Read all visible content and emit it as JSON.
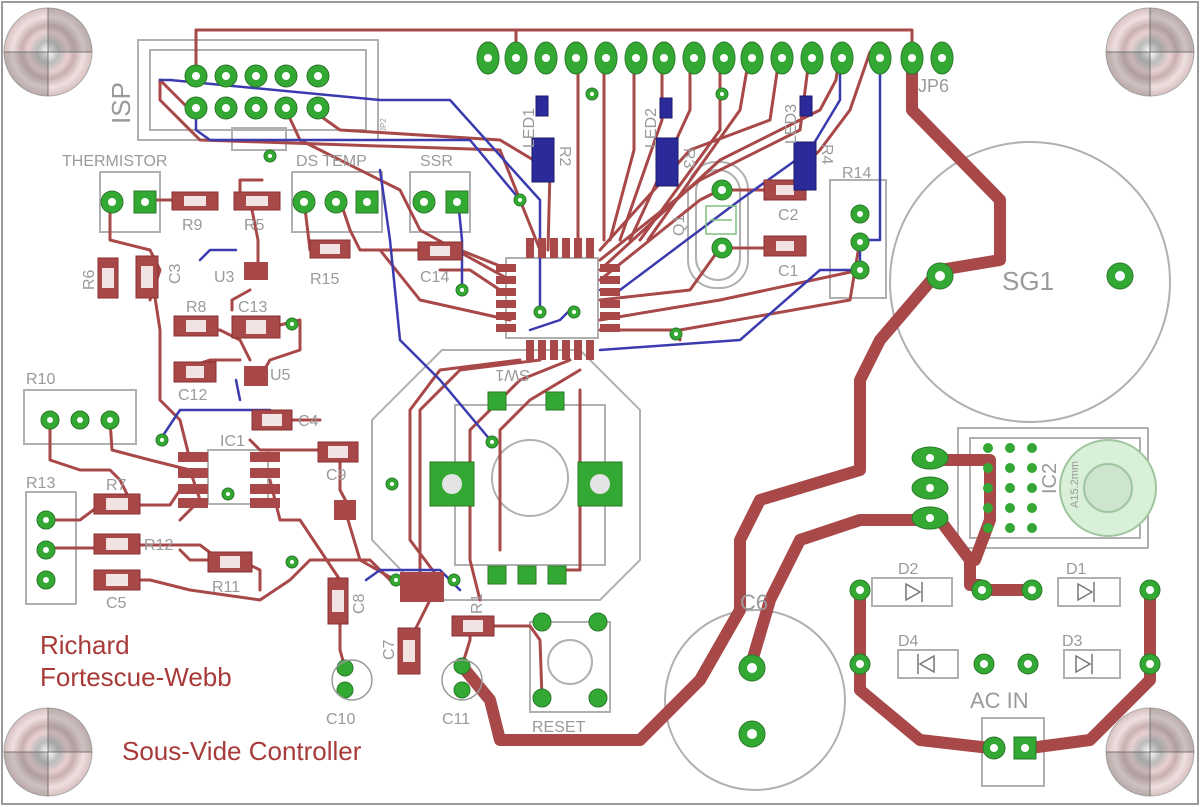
{
  "board": {
    "title": "Sous-Vide Controller",
    "author_line1": "Richard",
    "author_line2": "Fortescue-Webb"
  },
  "labels": {
    "isp": "ISP",
    "jp2": "JP2",
    "jp6": "JP6",
    "thermistor": "THERMISTOR",
    "ds_temp": "DS TEMP",
    "ssr": "SSR",
    "r1": "R1",
    "r2": "R2",
    "r3": "R3",
    "r4": "R4",
    "r5": "R5",
    "r6": "R6",
    "r7": "R7",
    "r8": "R8",
    "r9": "R9",
    "r10": "R10",
    "r11": "R11",
    "r12": "R12",
    "r13": "R13",
    "r14": "R14",
    "r15": "R15",
    "c1": "C1",
    "c2": "C2",
    "c3": "C3",
    "c4": "C4",
    "c5": "C5",
    "c6": "C6",
    "c7": "C7",
    "c8": "C8",
    "c9": "C9",
    "c10": "C10",
    "c11": "C11",
    "c12": "C12",
    "c13": "C13",
    "c14": "C14",
    "led1": "LED1",
    "led2": "LED2",
    "led3": "LED3",
    "q1": "Q1",
    "u3": "U3",
    "u5": "U5",
    "ic1": "IC1",
    "ic2": "IC2",
    "ic2_note": "A15.2mm",
    "sw": "SW1",
    "sg1": "SG1",
    "d1": "D1",
    "d2": "D2",
    "d3": "D3",
    "d4": "D4",
    "ac_in": "AC IN",
    "reset": "RESET"
  },
  "colors": {
    "copper_top": "#a84848",
    "copper_bottom": "#3b3bb0",
    "pad": "#33a833",
    "silkscreen": "#9a9a9a",
    "credit_text": "#a83a3a"
  }
}
